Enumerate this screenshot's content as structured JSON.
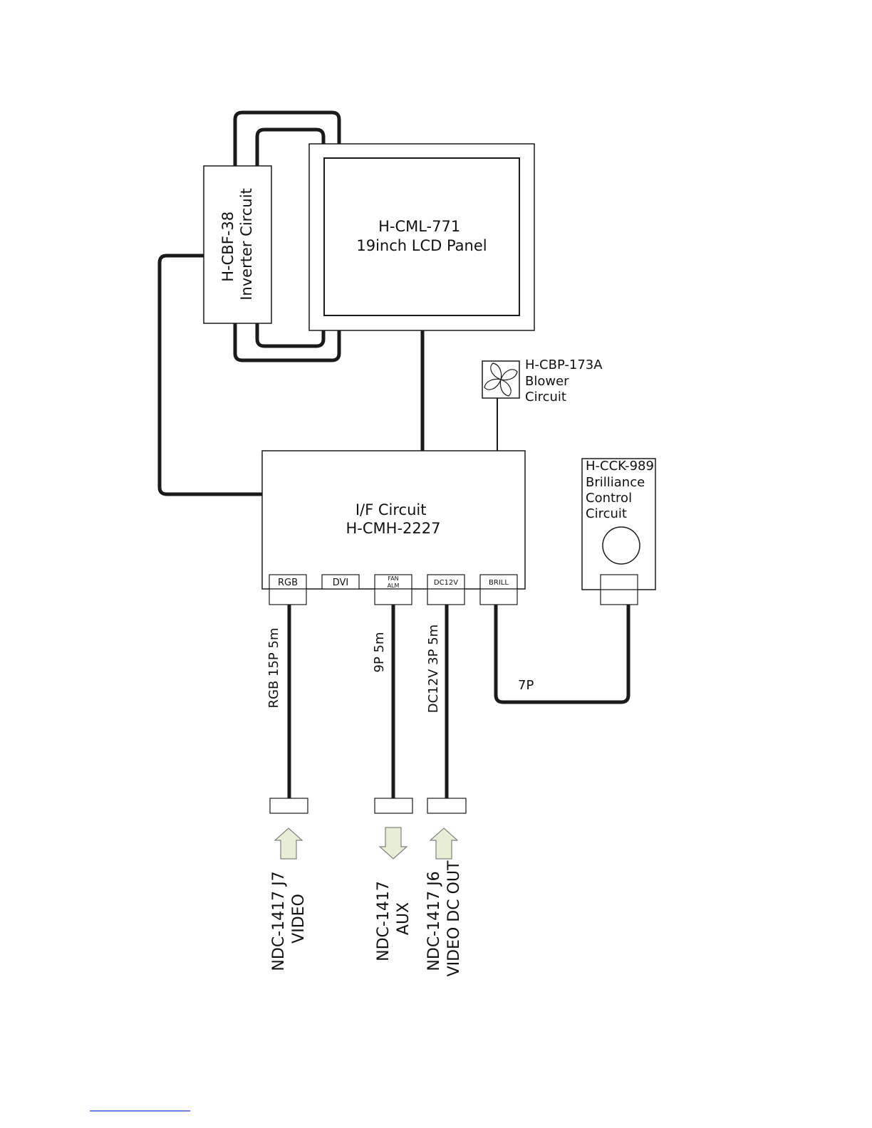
{
  "lcd_panel": {
    "line1": "H-CML-771",
    "line2": "19inch LCD Panel"
  },
  "inverter": {
    "line1": "H-CBF-38",
    "line2": "Inverter Circuit"
  },
  "blower": {
    "line1": "H-CBP-173A",
    "line2": "Blower",
    "line3": "Circuit",
    "icon": "fan-icon"
  },
  "if_circuit": {
    "line1": "I/F Circuit",
    "line2": "H-CMH-2227",
    "ports": {
      "rgb": "RGB",
      "dvi": "DVI",
      "fan1": "FAN",
      "fan2": "ALM",
      "dc12v": "DC12V",
      "brill": "BRILL"
    }
  },
  "brilliance": {
    "line1": "H-CCK-989",
    "line2": "Brilliance",
    "line3": "Control",
    "line4": "Circuit",
    "icon": "knob-icon"
  },
  "cables": {
    "rgb": "RGB 15P 5m",
    "aux": "9P 5m",
    "dc": "DC12V 3P 5m",
    "brill": "7P"
  },
  "external": {
    "video1": "NDC-1417 J7",
    "video2": "VIDEO",
    "aux1": "NDC-1417",
    "aux2": "AUX",
    "dc1": "NDC-1417 J6",
    "dc2": "VIDEO DC OUT"
  },
  "colors": {
    "arrow_fill": "#e6efd6",
    "arrow_stroke": "#808080",
    "line": "#1a1a1a",
    "footer_rule": "#3b5bdb"
  }
}
